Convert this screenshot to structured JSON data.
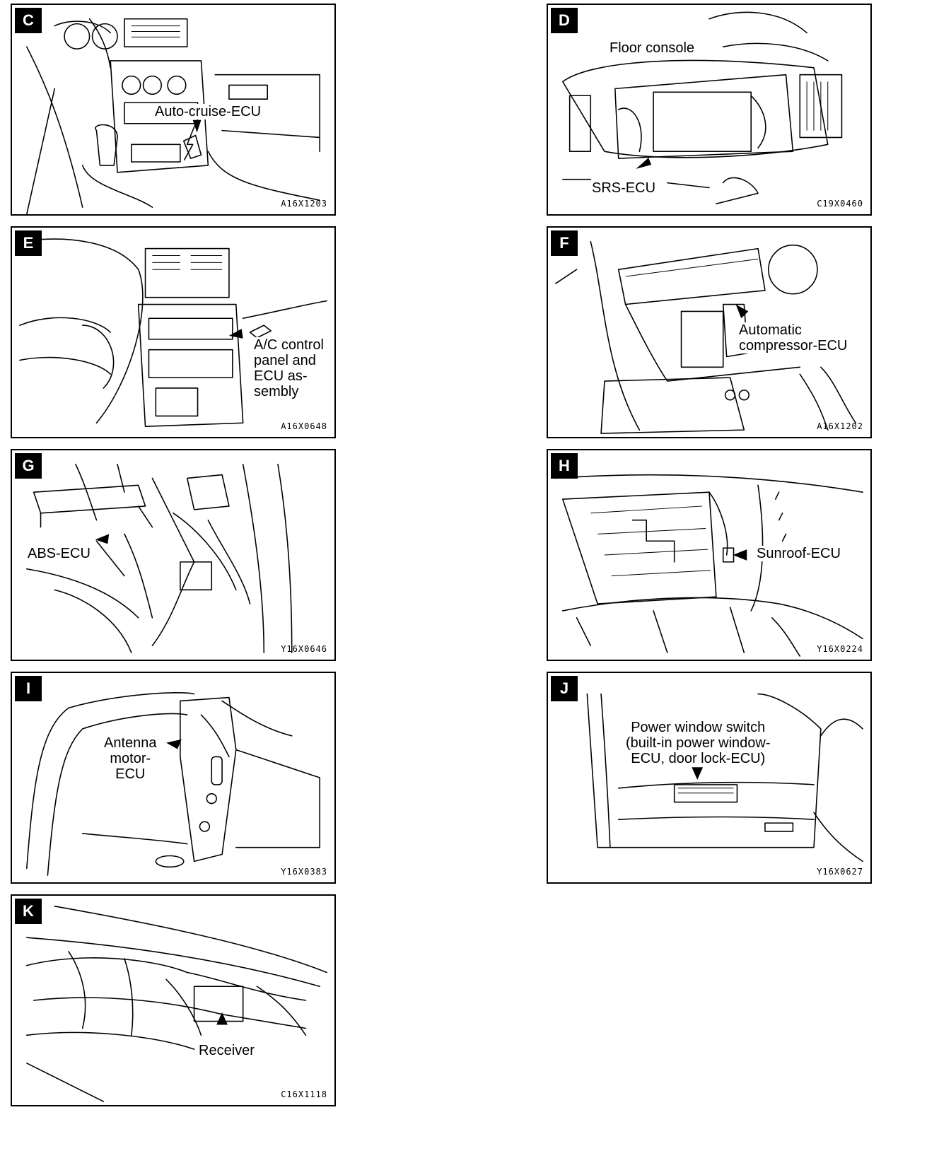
{
  "panels": [
    {
      "id": "C",
      "label": "Auto-cruise-ECU",
      "code": "A16X1203"
    },
    {
      "id": "D",
      "label": "Floor console",
      "label2": "SRS-ECU",
      "code": "C19X0460"
    },
    {
      "id": "E",
      "label": "A/C control\npanel and\nECU as-\nsembly",
      "code": "A16X0648"
    },
    {
      "id": "F",
      "label": "Automatic\ncompressor-ECU",
      "code": "A16X1202"
    },
    {
      "id": "G",
      "label": "ABS-ECU",
      "code": "Y16X0646"
    },
    {
      "id": "H",
      "label": "Sunroof-ECU",
      "code": "Y16X0224"
    },
    {
      "id": "I",
      "label": "Antenna\nmotor-\nECU",
      "code": "Y16X0383"
    },
    {
      "id": "J",
      "label": "Power window switch\n(built-in power window-\nECU, door lock-ECU)",
      "code": "Y16X0627"
    },
    {
      "id": "K",
      "label": "Receiver",
      "code": "C16X1118"
    }
  ]
}
